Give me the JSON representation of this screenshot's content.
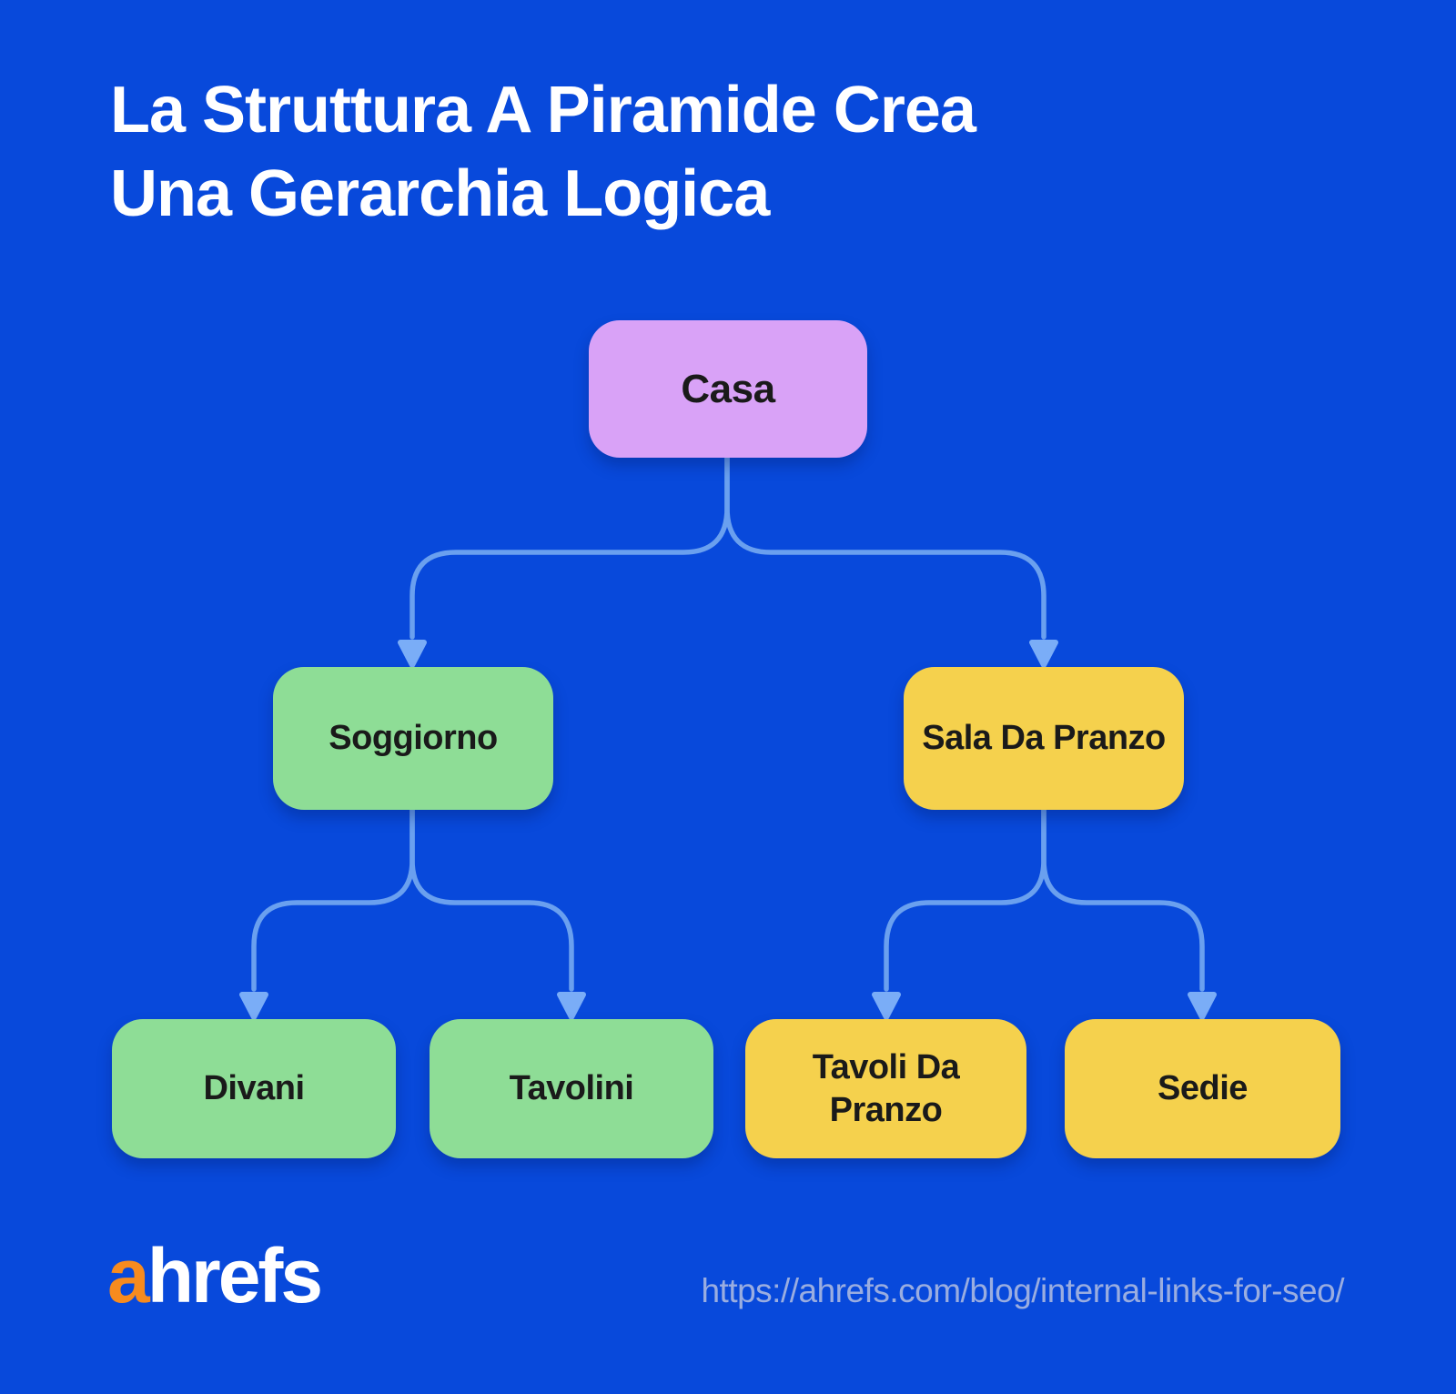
{
  "page": {
    "background_color": "#0849db",
    "title": {
      "line1": "La Struttura A Piramide Crea",
      "line2": "Una Gerarchia Logica",
      "color": "#ffffff"
    }
  },
  "diagram": {
    "type": "tree",
    "description": "Pyramid site-structure hierarchy of a furniture website, three levels connected by downward arrows",
    "connector_line_color": "#6aa0ef",
    "connector_arrow_color": "#7aadf7",
    "node_text_color": "#1a1a1a",
    "nodes": [
      {
        "id": "casa",
        "label": "Casa",
        "level": 1,
        "parent": null,
        "color": "#d9a2f7"
      },
      {
        "id": "soggiorno",
        "label": "Soggiorno",
        "level": 2,
        "parent": "casa",
        "color": "#8edd96"
      },
      {
        "id": "sala-da-pranzo",
        "label": "Sala Da Pranzo",
        "level": 2,
        "parent": "casa",
        "color": "#f5d14d"
      },
      {
        "id": "divani",
        "label": "Divani",
        "level": 3,
        "parent": "soggiorno",
        "color": "#8edd96"
      },
      {
        "id": "tavolini",
        "label": "Tavolini",
        "level": 3,
        "parent": "soggiorno",
        "color": "#8edd96"
      },
      {
        "id": "tavoli-da-pranzo",
        "label": "Tavoli Da Pranzo",
        "level": 3,
        "parent": "sala-da-pranzo",
        "color": "#f5d14d"
      },
      {
        "id": "sedie",
        "label": "Sedie",
        "level": 3,
        "parent": "sala-da-pranzo",
        "color": "#f5d14d"
      }
    ]
  },
  "footer": {
    "logo": {
      "accent": "a",
      "rest": "hrefs",
      "accent_color": "#f78b1e",
      "rest_color": "#ffffff"
    },
    "url": "https://ahrefs.com/blog/internal-links-for-seo/",
    "url_color": "#9aade0"
  }
}
